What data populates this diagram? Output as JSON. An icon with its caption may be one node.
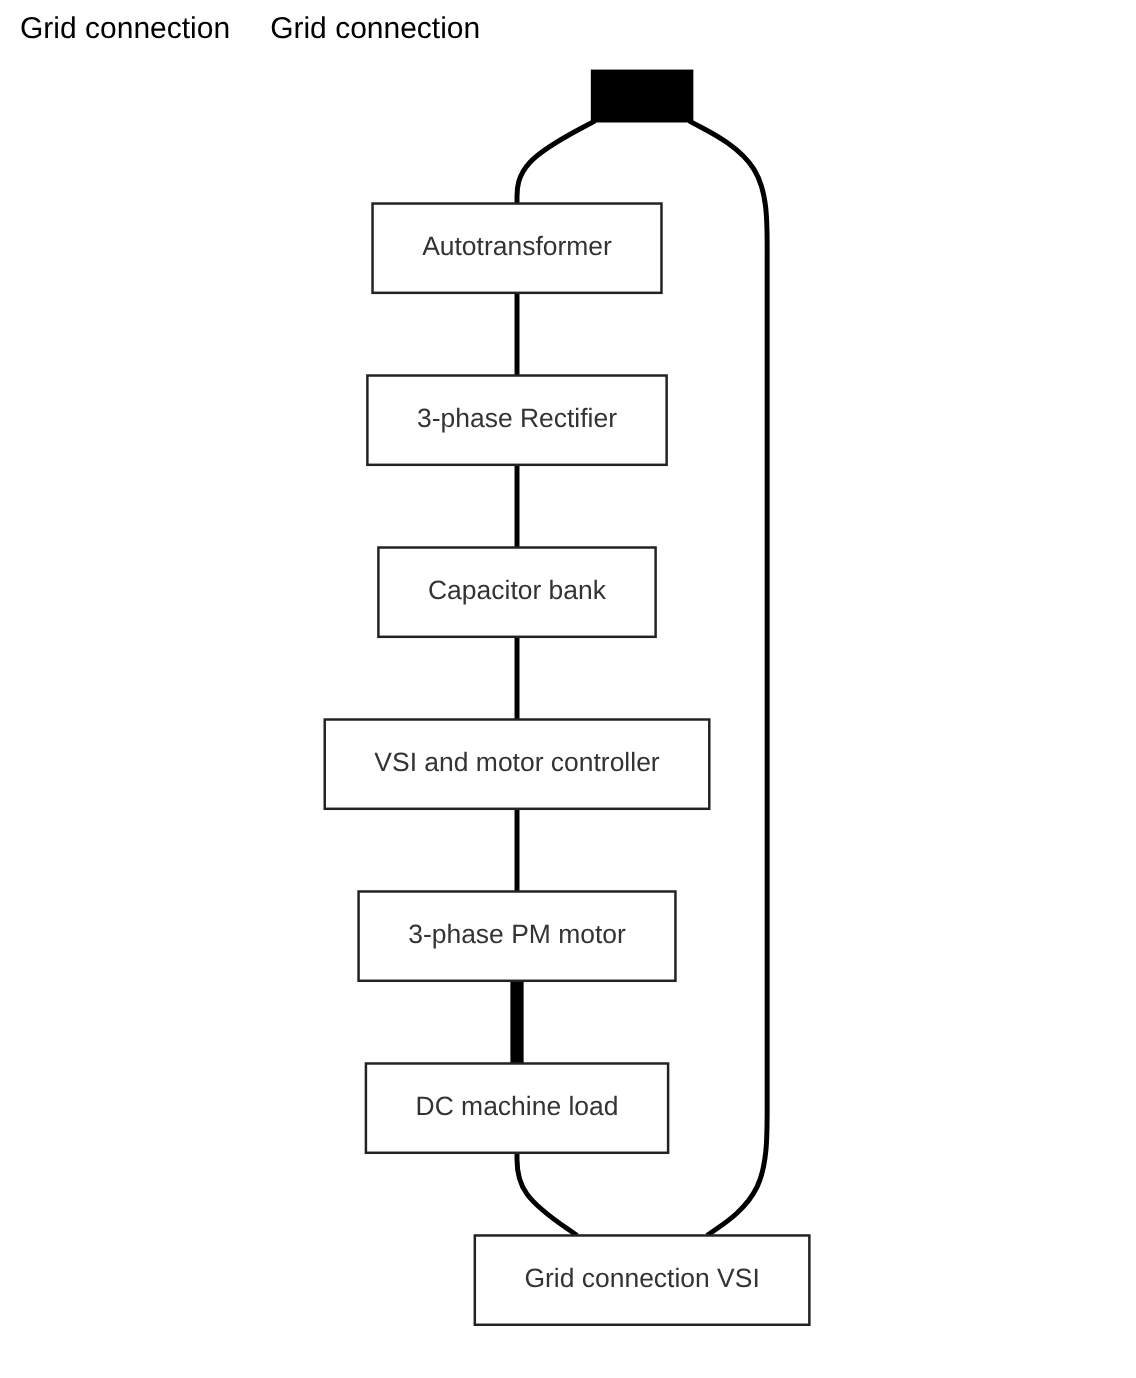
{
  "diagram": {
    "nodes": [
      {
        "text": [],
        "shape": "bar"
      },
      {
        "text": [
          "Autotransformer"
        ]
      },
      {
        "text": [
          "3-phase Rectifier"
        ]
      },
      {
        "text": [
          "Capacitor bank"
        ]
      },
      {
        "text": [
          "VSI and motor controller"
        ]
      },
      {
        "text": [
          "3-phase PM motor"
        ]
      },
      {
        "text": [
          "DC machine load"
        ]
      },
      {
        "text": [
          "Grid connection VSI"
        ]
      }
    ],
    "edges": [
      {
        "from": 0,
        "to": 1,
        "arrow": "none"
      },
      {
        "from": 1,
        "to": 2,
        "arrow": "none"
      },
      {
        "from": 2,
        "to": 3,
        "arrow": "none"
      },
      {
        "from": 3,
        "to": 4,
        "arrow": "none"
      },
      {
        "from": 4,
        "to": 5,
        "arrow": "none"
      },
      {
        "from": 5,
        "to": 6,
        "arrow": "none",
        "style": "thick"
      },
      {
        "from": 6,
        "to": 7,
        "arrow": "none"
      },
      {
        "from": 7,
        "to": 0,
        "arrow": "none"
      }
    ],
    "labels": [
      "Grid connection",
      "Grid connection"
    ]
  }
}
